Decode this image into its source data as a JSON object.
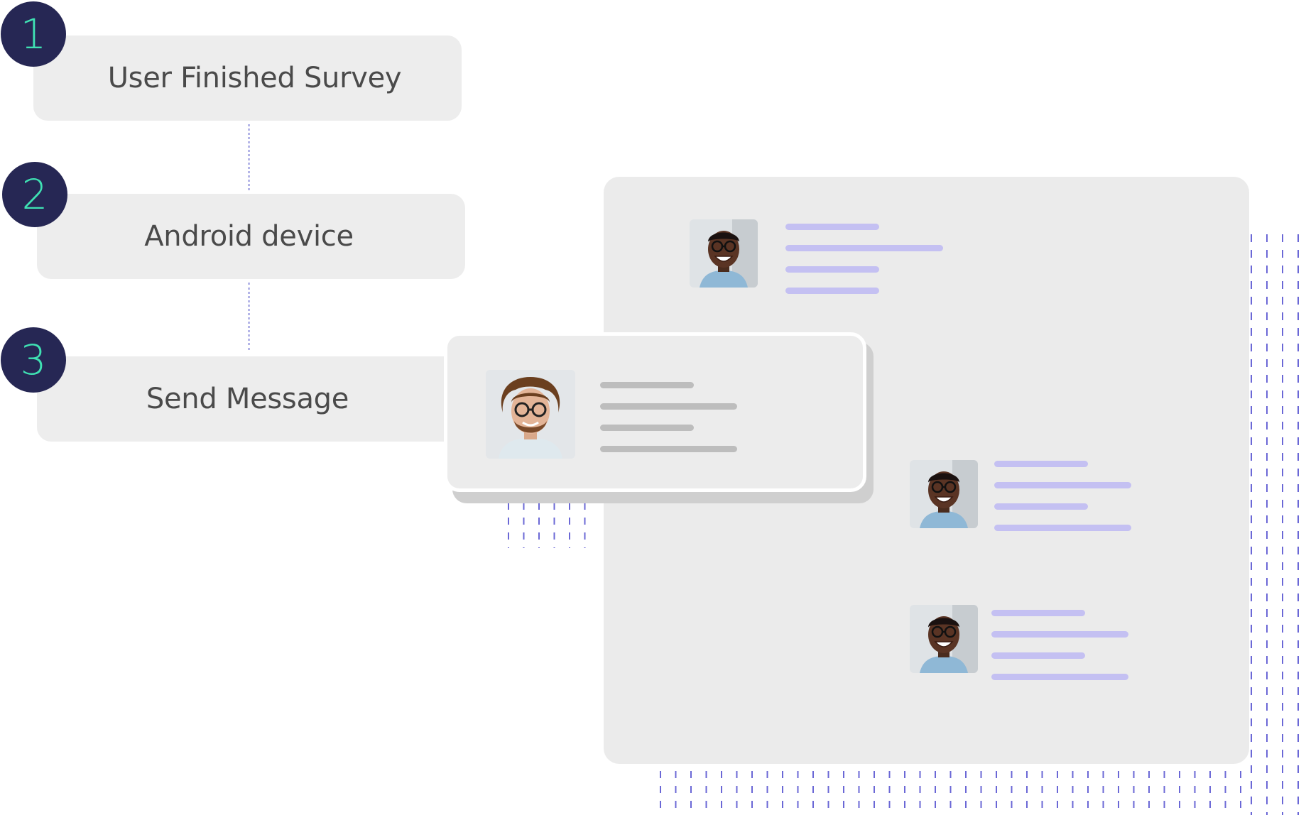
{
  "steps": [
    {
      "number": "1",
      "label": "User Finished Survey"
    },
    {
      "number": "2",
      "label": "Android device"
    },
    {
      "number": "3",
      "label": "Send Message"
    }
  ],
  "colors": {
    "badge": "#262754",
    "badge_number": "#3fe1b3",
    "step_box": "#ededed",
    "panel": "#ebebeb",
    "placeholder_purple": "#c4c0f2",
    "placeholder_gray": "#bdbdbd",
    "dot_pattern": "#6b68d6"
  },
  "icons": {
    "sender_avatar": "person-smiling-glasses-avatar",
    "received_avatar": "person-curly-hair-glasses-avatar"
  }
}
